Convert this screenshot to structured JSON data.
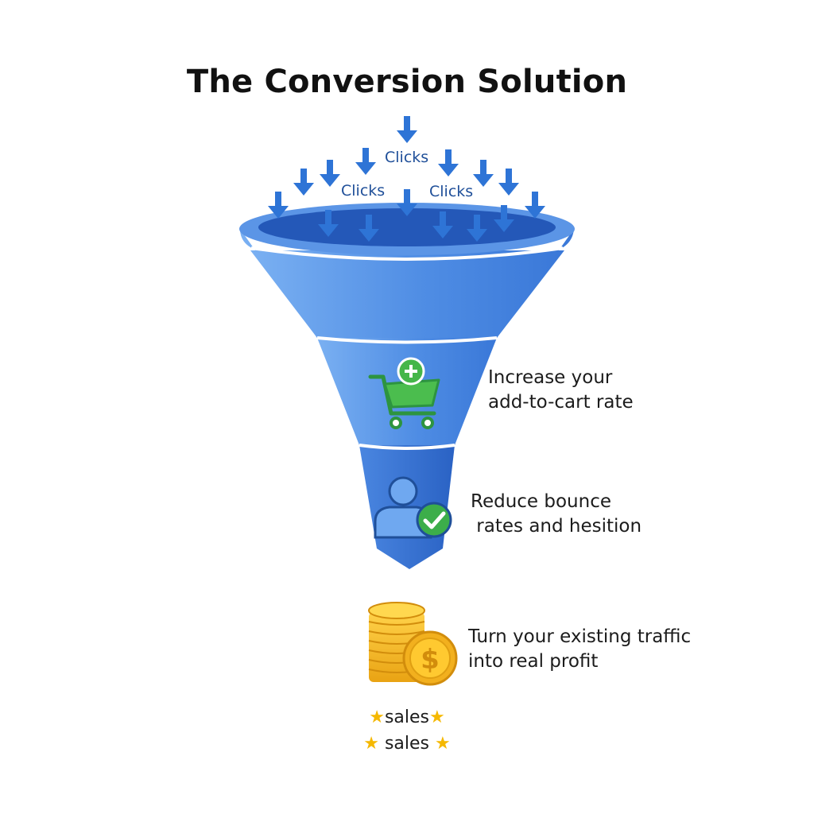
{
  "title": "The Conversion Solution",
  "clicks_labels": [
    "Clicks",
    "Clicks",
    "Clicks"
  ],
  "stages": [
    {
      "icon": "shopping-cart-plus-icon",
      "line1": "Increase your",
      "line2": "add-to-cart rate"
    },
    {
      "icon": "user-check-icon",
      "line1": "Reduce bounce",
      "line2": " rates and hesition"
    },
    {
      "icon": "coin-stack-icon",
      "line1": "Turn your existing traffic",
      "line2": "into real profit"
    }
  ],
  "sales": [
    "sales",
    "sales"
  ],
  "colors": {
    "funnel_light": "#6aa3ee",
    "funnel_dark": "#2a62c4",
    "arrow": "#2e74d6",
    "cart_green": "#45b649",
    "coin_gold": "#f2b01e",
    "star": "#f5b800"
  }
}
